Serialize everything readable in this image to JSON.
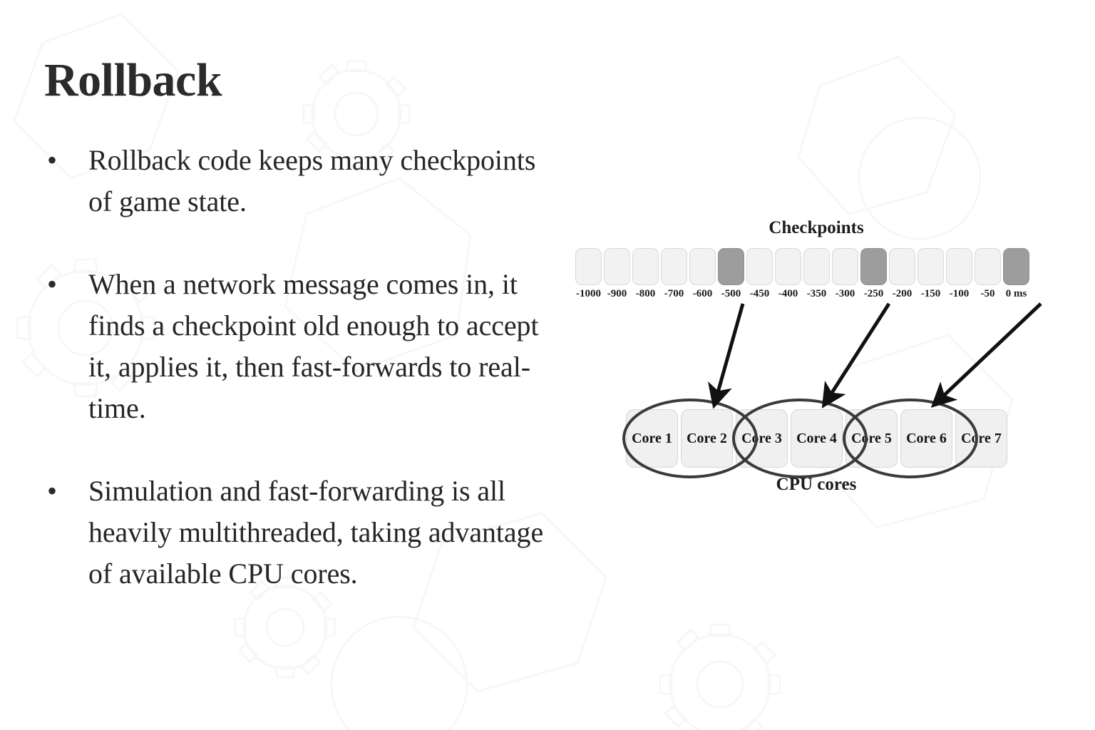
{
  "slide": {
    "title": "Rollback",
    "bullet_marker": "•",
    "bullets": [
      "Rollback code keeps many checkpoints of game state.",
      "When a network message comes in, it finds a checkpoint old enough to accept it, applies it, then fast-forwards to real-time.",
      "Simulation and fast-forwarding is all heavily multithreaded, taking advantage of available CPU cores."
    ]
  },
  "diagram": {
    "checkpoints_heading": "Checkpoints",
    "cpu_heading": "CPU cores",
    "checkpoints": [
      {
        "label": "-1000",
        "active": false
      },
      {
        "label": "-900",
        "active": false
      },
      {
        "label": "-800",
        "active": false
      },
      {
        "label": "-700",
        "active": false
      },
      {
        "label": "-600",
        "active": false
      },
      {
        "label": "-500",
        "active": true
      },
      {
        "label": "-450",
        "active": false
      },
      {
        "label": "-400",
        "active": false
      },
      {
        "label": "-350",
        "active": false
      },
      {
        "label": "-300",
        "active": false
      },
      {
        "label": "-250",
        "active": true
      },
      {
        "label": "-200",
        "active": false
      },
      {
        "label": "-150",
        "active": false
      },
      {
        "label": "-100",
        "active": false
      },
      {
        "label": "-50",
        "active": false
      },
      {
        "label": "0 ms",
        "active": true
      }
    ],
    "cores": [
      "Core 1",
      "Core 2",
      "Core 3",
      "Core 4",
      "Core 5",
      "Core 6",
      "Core 7"
    ],
    "core_groups": [
      {
        "name": "group-cores-1-3",
        "from": "Core 1",
        "to": "Core 3",
        "source_checkpoint": "-500"
      },
      {
        "name": "group-cores-3-5",
        "from": "Core 3",
        "to": "Core 5",
        "source_checkpoint": "-250"
      },
      {
        "name": "group-cores-5-7",
        "from": "Core 5",
        "to": "Core 7",
        "source_checkpoint": "0 ms"
      }
    ],
    "arrows": [
      {
        "name": "arrow-from--500",
        "from_checkpoint": "-500",
        "to_group": "group-cores-1-3"
      },
      {
        "name": "arrow-from--250",
        "from_checkpoint": "-250",
        "to_group": "group-cores-3-5"
      },
      {
        "name": "arrow-from-0ms",
        "from_checkpoint": "0 ms",
        "to_group": "group-cores-5-7"
      }
    ]
  },
  "colors": {
    "background": "#ffffff",
    "title_text": "#2b2b2b",
    "body_text": "#262626",
    "cell_inactive": "#f2f2f2",
    "cell_active": "#9d9d9d",
    "cell_border": "#d9d9d9",
    "core_fill": "#f0f0f0",
    "core_border": "#d5d5d5",
    "stroke_dark": "#3a3a3a",
    "arrow_black": "#111111",
    "watermark": "#fafafa"
  }
}
